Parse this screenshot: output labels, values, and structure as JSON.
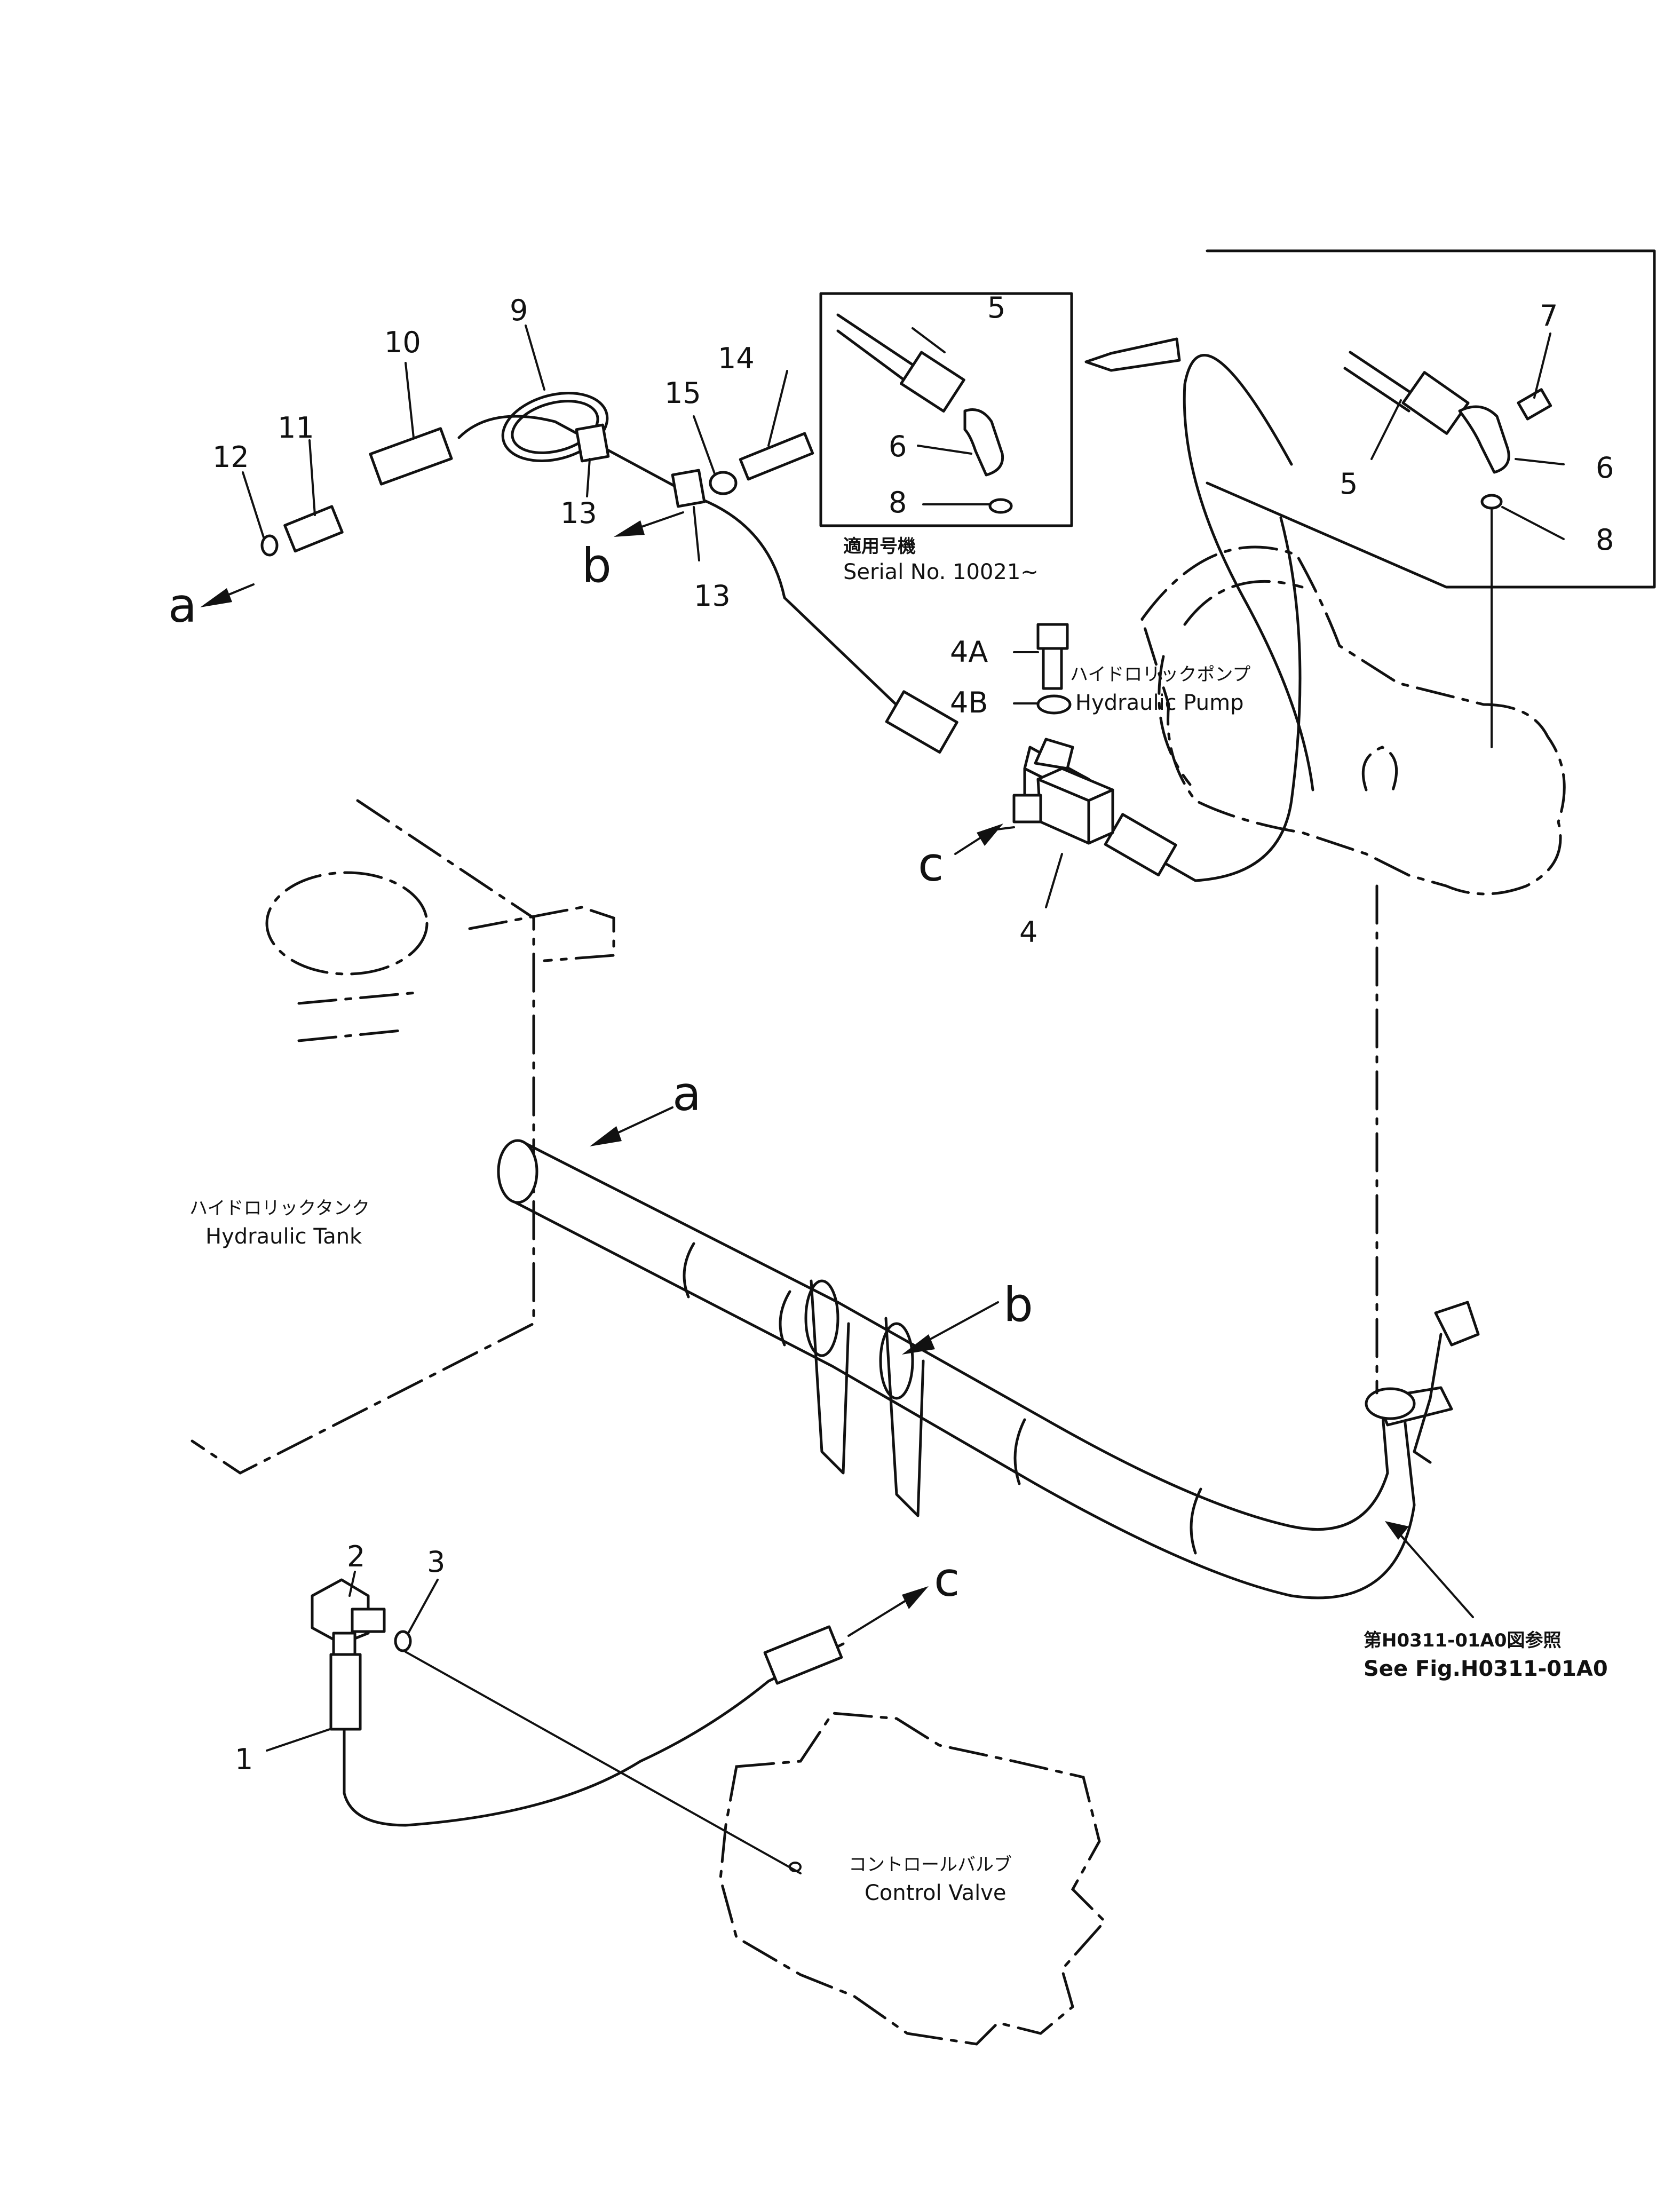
{
  "part_numbers": {
    "p1": "1",
    "p2": "2",
    "p3": "3",
    "p4": "4",
    "p4a": "4A",
    "p4b": "4B",
    "p5a": "5",
    "p5b": "5",
    "p6a": "6",
    "p6b": "6",
    "p7": "7",
    "p8a": "8",
    "p8b": "8",
    "p9": "9",
    "p10": "10",
    "p11": "11",
    "p12": "12",
    "p13a": "13",
    "p13b": "13",
    "p14": "14",
    "p15": "15"
  },
  "connection_letters": {
    "a_left": "a",
    "a_tank": "a",
    "b_clip": "b",
    "b_pipe": "b",
    "c_tee": "c",
    "c_hose": "c"
  },
  "component_labels": {
    "pump_jp": "ハイドロリックポンプ",
    "pump_en": "Hydraulic Pump",
    "tank_jp": "ハイドロリックタンク",
    "tank_en": "Hydraulic Tank",
    "valve_jp": "コントロールバルブ",
    "valve_en": "Control Valve"
  },
  "inset": {
    "jp": "適用号機",
    "serial": "Serial No. 10021~"
  },
  "reference": {
    "jp": "第H0311-01A0図参照",
    "en": "See Fig.H0311-01A0"
  }
}
